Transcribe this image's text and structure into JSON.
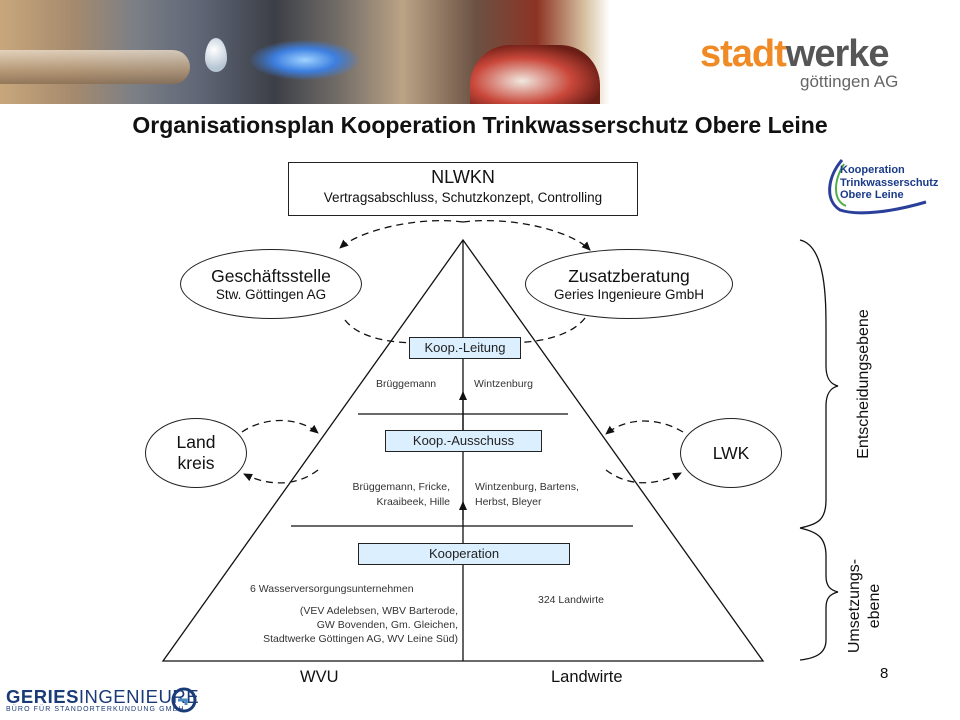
{
  "header": {
    "brand_name_a": "stadt",
    "brand_name_b": "werke",
    "brand_sub": "göttingen AG"
  },
  "title": "Organisationsplan Kooperation Trinkwasserschutz Obere Leine",
  "logo": {
    "line1": "Kooperation",
    "line2": "Trinkwasserschutz",
    "line3": "Obere Leine"
  },
  "nlwkn": {
    "name": "NLWKN",
    "desc": "Vertragsabschluss, Schutzkonzept, Controlling"
  },
  "geschaeftsstelle": {
    "name": "Geschäftsstelle",
    "sub": "Stw. Göttingen AG"
  },
  "zusatzberatung": {
    "name": "Zusatzberatung",
    "sub": "Geries Ingenieure GmbH"
  },
  "landkreis": {
    "line1": "Land",
    "line2": "kreis"
  },
  "lwk": {
    "name": "LWK"
  },
  "koop_leitung": {
    "label": "Koop.-Leitung",
    "left": "Brüggemann",
    "right": "Wintzenburg"
  },
  "koop_ausschuss": {
    "label": "Koop.-Ausschuss",
    "left_1": "Brüggemann, Fricke,",
    "left_2": "Kraaibeek, Hille",
    "right_1": "Wintzenburg, Bartens,",
    "right_2": "Herbst, Bleyer"
  },
  "kooperation": {
    "label": "Kooperation",
    "wvu_count": "6 Wasserversorgungsunternehmen",
    "wvu_1": "(VEV Adelebsen, WBV Barterode,",
    "wvu_2": "GW Bovenden, Gm. Gleichen,",
    "wvu_3": "Stadtwerke Göttingen AG, WV Leine Süd)",
    "landwirte_count": "324 Landwirte"
  },
  "base": {
    "left": "WVU",
    "right": "Landwirte"
  },
  "side": {
    "upper": "Entscheidungsebene",
    "lower_1": "Umsetzungs-",
    "lower_2": "ebene"
  },
  "page_number": "8",
  "footer": {
    "geries_a": "GERIES",
    "geries_b": "INGENIEURE",
    "geries_sub": "BÜRO FÜR STANDORTERKUNDUNG GMBH"
  },
  "colors": {
    "brand_orange": "#f08a24",
    "pill_fill": "#dcefff",
    "geries_blue": "#1a3a78"
  }
}
